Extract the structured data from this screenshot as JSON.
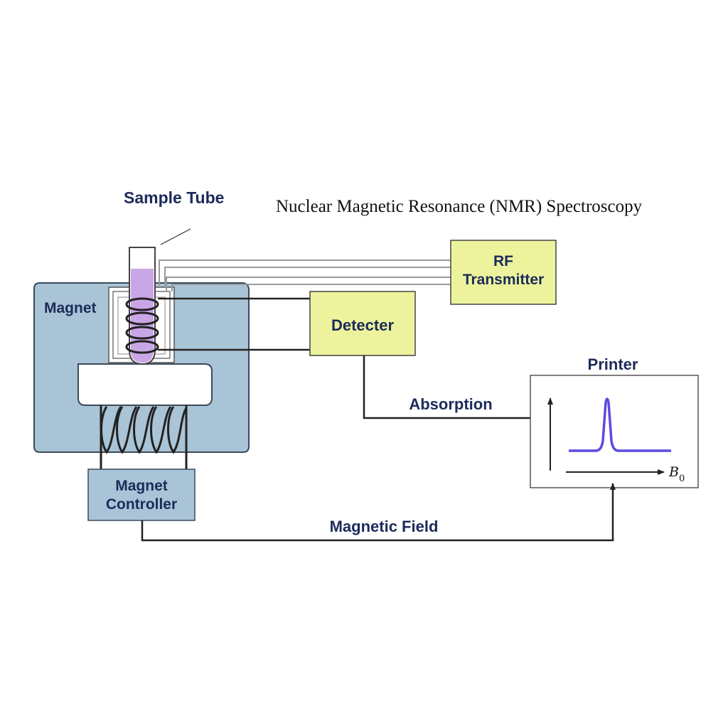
{
  "title": "Nuclear Magnetic Resonance (NMR) Spectroscopy",
  "labels": {
    "sample_tube": "Sample Tube",
    "magnet": "Magnet",
    "rf_transmitter_line1": "RF",
    "rf_transmitter_line2": "Transmitter",
    "detector": "Detecter",
    "printer": "Printer",
    "absorption": "Absorption",
    "magnet_controller_line1": "Magnet",
    "magnet_controller_line2": "Controller",
    "magnetic_field": "Magnetic Field",
    "axis_b": "B",
    "axis_b_sub": "0"
  },
  "colors": {
    "magnet_fill": "#a9c4d6",
    "box_fill": "#edf39d",
    "label_text": "#1c2b5a",
    "sample_liquid": "#c9a6e6",
    "peak_line": "#5a4be0",
    "wire": "#222222"
  },
  "icons": {
    "arrow": "arrowhead"
  }
}
